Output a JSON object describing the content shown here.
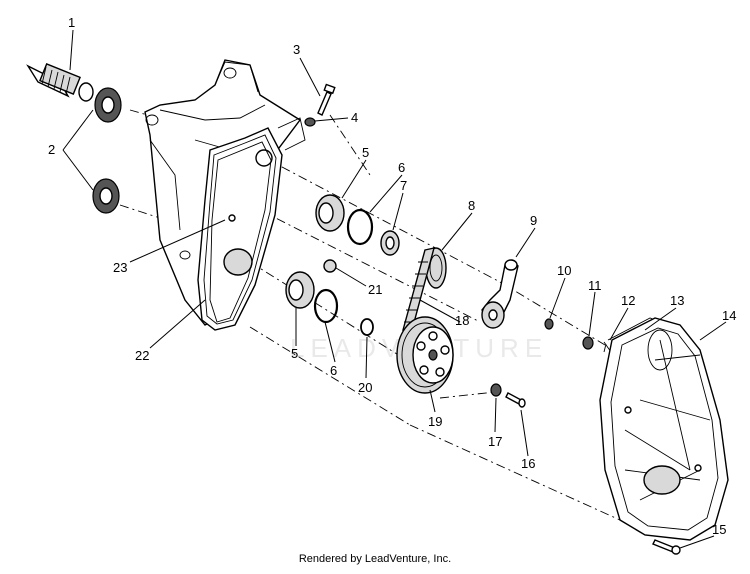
{
  "diagram": {
    "watermark": "LEADVENTURE",
    "callouts": [
      "1",
      "2",
      "3",
      "4",
      "5",
      "6",
      "7",
      "8",
      "9",
      "10",
      "11",
      "12",
      "13",
      "14",
      "15",
      "16",
      "17",
      "18",
      "19",
      "20",
      "21",
      "22",
      "23",
      "5",
      "6"
    ]
  },
  "footer": {
    "text": "Rendered by LeadVenture, Inc."
  }
}
